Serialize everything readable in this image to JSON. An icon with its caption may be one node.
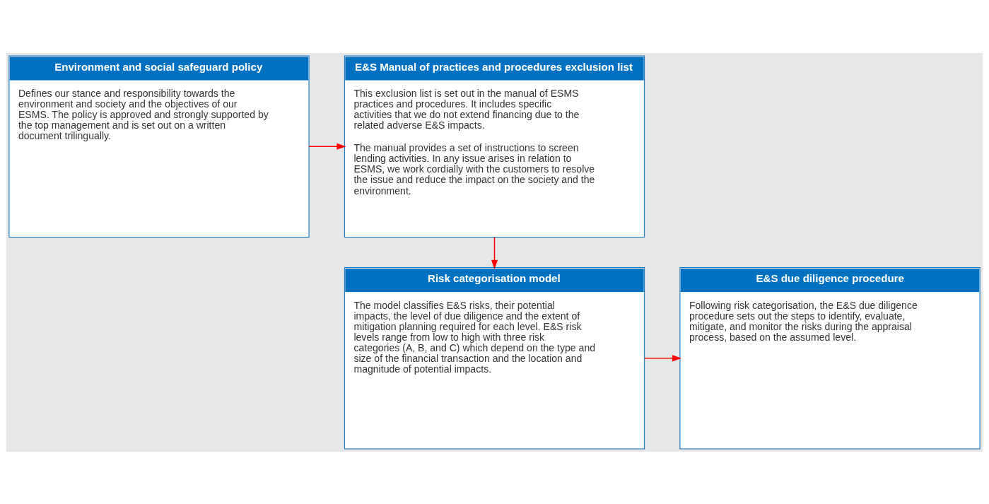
{
  "diagram": {
    "nodes": [
      {
        "text": [
          "Environment and social safeguard policy",
          "Defines our stance and responsibility towards the environment and society and the objectives of our ESMS. The policy is approved and strongly supported by the top management and is set out on a written document trilingually."
        ]
      },
      {
        "text": [
          "E&S Manual of practices and procedures exclusion list",
          "This exclusion list is set out in the manual of ESMS practices and procedures. It includes specific activities that we do not extend financing due to the related adverse E&S impacts.",
          "The manual provides a set of instructions to screen lending activities. In any issue arises in relation to ESMS, we work cordially with the customers to resolve the issue and reduce the impact on the society and the environment."
        ]
      },
      {
        "text": [
          "Risk categorisation model",
          "The model classifies E&S risks, their potential impacts, the level of due diligence and the extent of mitigation planning required for each level. E&S risk levels range from low to high with three risk categories (A, B, and C) which depend on the type and size of the financial transaction and the location and magnitude of potential impacts."
        ]
      },
      {
        "text": [
          "E&S due diligence procedure",
          "Following risk categorisation, the E&S due diligence procedure sets out the steps to identify, evaluate, mitigate, and monitor the risks during the appraisal process, based on the assumed level."
        ]
      }
    ],
    "edges": [
      {
        "from": 0,
        "to": 1,
        "arrow": "to"
      },
      {
        "from": 1,
        "to": 2,
        "arrow": "to"
      },
      {
        "from": 2,
        "to": 3,
        "arrow": "to"
      }
    ]
  }
}
